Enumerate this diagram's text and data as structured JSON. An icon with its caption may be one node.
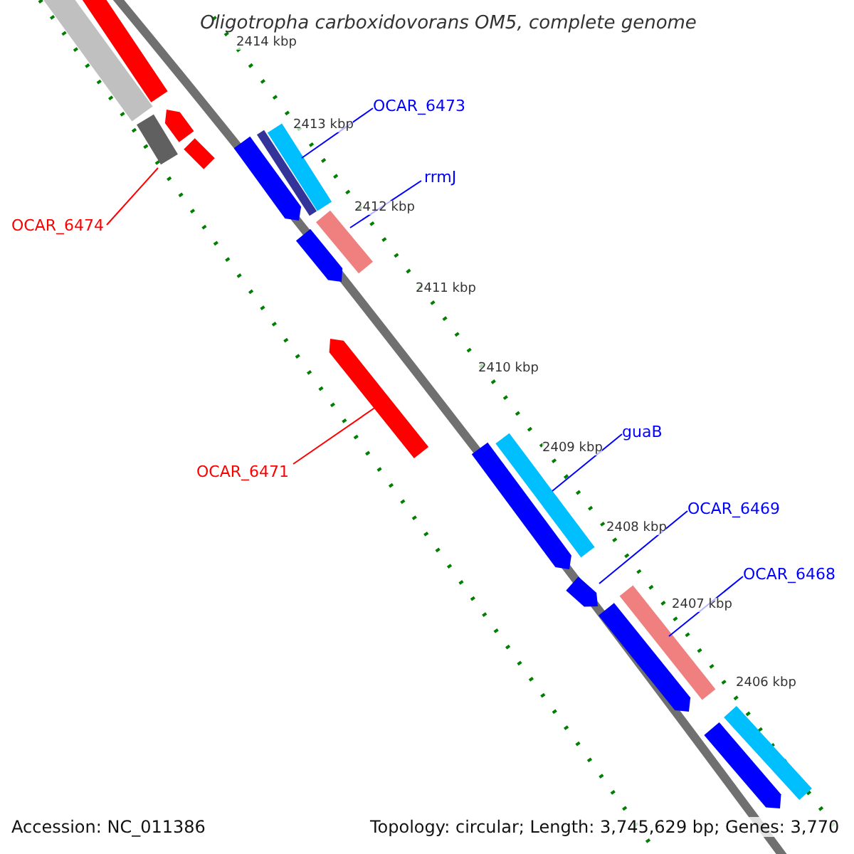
{
  "diagram": {
    "title": "Oligotropha carboxidovorans OM5, complete genome",
    "nodes": [
      {
        "text": [
          "OCAR_6473"
        ]
      },
      {
        "text": [
          "rrmJ"
        ]
      },
      {
        "text": [
          "OCAR_6474"
        ]
      },
      {
        "text": [
          "guaB"
        ]
      },
      {
        "text": [
          "OCAR_6471"
        ]
      },
      {
        "text": [
          "OCAR_6469"
        ]
      },
      {
        "text": [
          "OCAR_6468"
        ]
      },
      {
        "text": [],
        "shape": "bar"
      },
      {
        "text": [],
        "shape": "bar"
      },
      {
        "text": [],
        "shape": "bar"
      },
      {
        "text": [],
        "shape": "bar"
      },
      {
        "text": [],
        "shape": "bar"
      },
      {
        "text": [],
        "shape": "bar"
      },
      {
        "text": [],
        "shape": "bar"
      },
      {
        "text": [],
        "shape": "bar"
      },
      {
        "text": [],
        "shape": "bar"
      },
      {
        "text": [],
        "shape": "bar"
      },
      {
        "text": [],
        "shape": "bar"
      },
      {
        "text": [],
        "shape": "bar"
      },
      {
        "text": [],
        "shape": "bar"
      },
      {
        "text": [],
        "shape": "bar"
      },
      {
        "text": [],
        "shape": "bar"
      },
      {
        "text": [],
        "shape": "bar"
      },
      {
        "text": [],
        "shape": "bar"
      },
      {
        "text": [],
        "shape": "bar"
      }
    ],
    "edges": [
      {
        "from": 0,
        "to": 8,
        "arrow": "none"
      },
      {
        "from": 1,
        "to": 9,
        "arrow": "none"
      },
      {
        "from": 2,
        "to": 7,
        "arrow": "none",
        "color": "#ff0000"
      },
      {
        "from": 3,
        "to": 11,
        "arrow": "none"
      },
      {
        "from": 4,
        "to": 10,
        "arrow": "none",
        "color": "#ff0000"
      },
      {
        "from": 5,
        "to": 12,
        "arrow": "none"
      },
      {
        "from": 6,
        "to": 13,
        "arrow": "none"
      }
    ],
    "labels": [
      "2414 kbp",
      "2413 kbp",
      "2412 kbp",
      "2411 kbp",
      "2410 kbp",
      "2409 kbp",
      "2408 kbp",
      "2407 kbp",
      "2406 kbp",
      "Accession: NC_011386",
      "Topology: circular; Length: 3,745,629 bp; Genes: 3,770"
    ]
  }
}
